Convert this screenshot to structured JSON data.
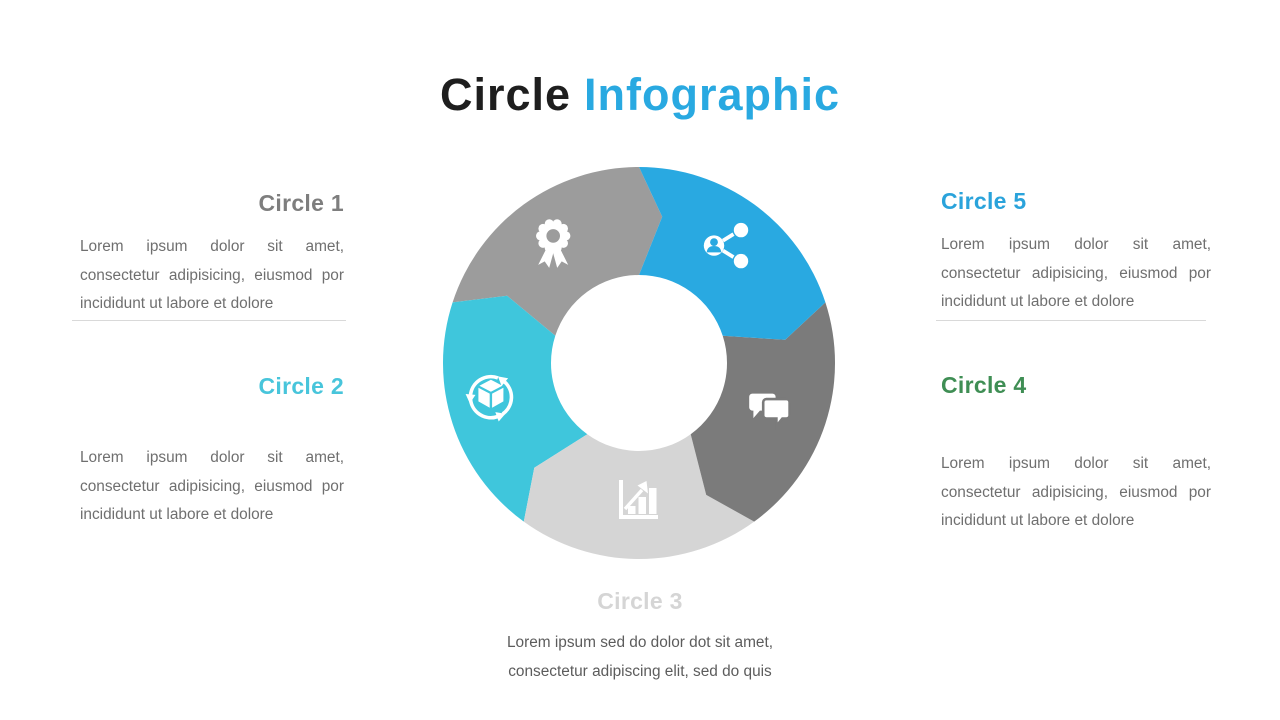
{
  "title": {
    "black": "Circle",
    "blue": "Infographic",
    "black_color": "#1E1E1E",
    "blue_color": "#29A9E1"
  },
  "blocks": [
    {
      "id": "circle-1",
      "label": "Circle 1",
      "label_color": "#7E7E7E",
      "body_lines": [
        "Lorem ipsum dolor sit amet,",
        "consectetur adipisicing, eiusmod por",
        "incididunt ut labore et dolore"
      ],
      "divider": true
    },
    {
      "id": "circle-2",
      "label": "Circle 2",
      "label_color": "#48C5DB",
      "body_lines": [
        "Lorem ipsum dolor sit amet,",
        "consectetur adipisicing, eiusmod por",
        "incididunt ut labore et dolore"
      ],
      "divider": false
    },
    {
      "id": "circle-3",
      "label": "Circle 3",
      "label_color": "#D5D5D5",
      "body_lines": [
        "Lorem ipsum sed do dolor dot sit amet,",
        "consectetur adipiscing elit, sed do quis"
      ],
      "divider": false
    },
    {
      "id": "circle-4",
      "label": "Circle 4",
      "label_color": "#3F8E54",
      "body_lines": [
        "Lorem ipsum dolor sit amet,",
        "consectetur adipisicing, eiusmod por",
        "incididunt ut labore et dolore"
      ],
      "divider": false
    },
    {
      "id": "circle-5",
      "label": "Circle 5",
      "label_color": "#2AA3DB",
      "body_lines": [
        "Lorem ipsum dolor sit amet,",
        "consectetur adipisicing, eiusmod por",
        "incididunt ut labore et dolore"
      ],
      "divider": true
    }
  ],
  "donut": {
    "segments": [
      {
        "id": "circle-1",
        "color": "#9C9C9C",
        "icon": "award-icon",
        "start_angle": 198,
        "end_angle": 270
      },
      {
        "id": "circle-2",
        "color": "#3FC6DC",
        "icon": "package-cycle-icon",
        "start_angle": 126,
        "end_angle": 198
      },
      {
        "id": "circle-3",
        "color": "#D5D5D5",
        "icon": "bar-chart-icon",
        "start_angle": 54,
        "end_angle": 126
      },
      {
        "id": "circle-4",
        "color": "#7B7B7B",
        "icon": "chat-icon",
        "start_angle": -18,
        "end_angle": 54
      },
      {
        "id": "circle-5",
        "color": "#29A9E1",
        "icon": "share-icon",
        "start_angle": -90,
        "end_angle": -18
      }
    ]
  }
}
